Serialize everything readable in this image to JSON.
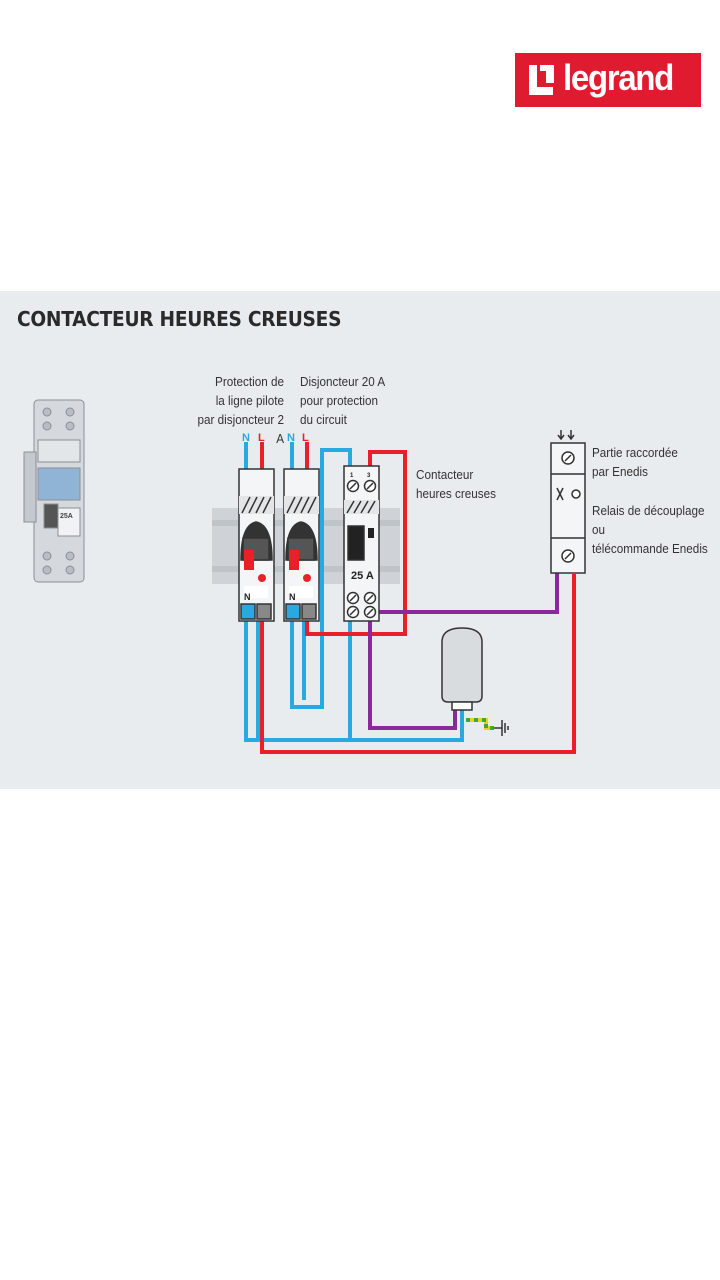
{
  "brand": {
    "name": "legrand",
    "color": "#e11b2f"
  },
  "title": "CONTACTEUR HEURES CREUSES",
  "labels": {
    "pilot": "Protection de\nla ligne pilote\npar disjoncteur 2 A",
    "breaker20": "Disjoncteur 20 A\npour protection\ndu circuit",
    "contactor": "Contacteur\nheures creuses",
    "enedis": "Partie raccordée\npar Enedis",
    "relay": "Relais de découplage ou\ntélécommande Enedis"
  },
  "terminals": {
    "neutral": "N",
    "live": "L",
    "contactor_rating": "25 A",
    "contactor_top_1": "1",
    "contactor_top_2": "3",
    "photo_rating": "25A"
  },
  "colors": {
    "live": "#e8202a",
    "neutral": "#2aa8e0",
    "control": "#8a2a9a",
    "earth_yellow": "#e8d21a",
    "earth_green": "#3aa83a",
    "rail": "#cfd3d7"
  }
}
